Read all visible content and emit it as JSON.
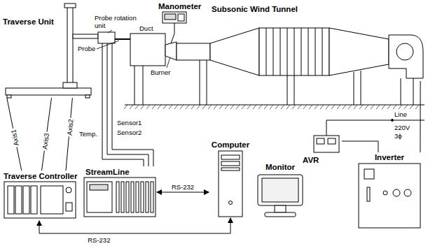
{
  "diagram": {
    "nodes": [
      {
        "text": [
          "Traverse Unit"
        ]
      },
      {
        "text": [
          "Manometer"
        ]
      },
      {
        "text": [
          "Subsonic Wind Tunnel"
        ]
      },
      {
        "text": [
          "Traverse Controller"
        ]
      },
      {
        "text": [
          "StreamLine"
        ]
      },
      {
        "text": [
          "Computer"
        ]
      },
      {
        "text": [
          "Monitor"
        ]
      },
      {
        "text": [
          "AVR"
        ]
      },
      {
        "text": [
          "Inverter"
        ]
      }
    ],
    "edges": [
      {
        "from": 3,
        "to": 0,
        "arrow": "none",
        "label": "Axis1"
      },
      {
        "from": 3,
        "to": 0,
        "arrow": "none",
        "label": "Axis3"
      },
      {
        "from": 3,
        "to": 0,
        "arrow": "none",
        "label": "Axis2"
      },
      {
        "from": 4,
        "to": 5,
        "arrow": "both",
        "label": "RS-232"
      },
      {
        "from": 5,
        "to": 3,
        "arrow": "both",
        "label": "RS-232"
      },
      {
        "from": 7,
        "to": 8,
        "arrow": "none"
      },
      {
        "from": 8,
        "to": 2,
        "arrow": "none"
      }
    ],
    "labels": [
      "Probe rotation unit",
      "Duct",
      "Probe",
      "Burner",
      "Temp.",
      "Sensor1",
      "Sensor2",
      "Line",
      "220V",
      "3ϕ"
    ]
  }
}
